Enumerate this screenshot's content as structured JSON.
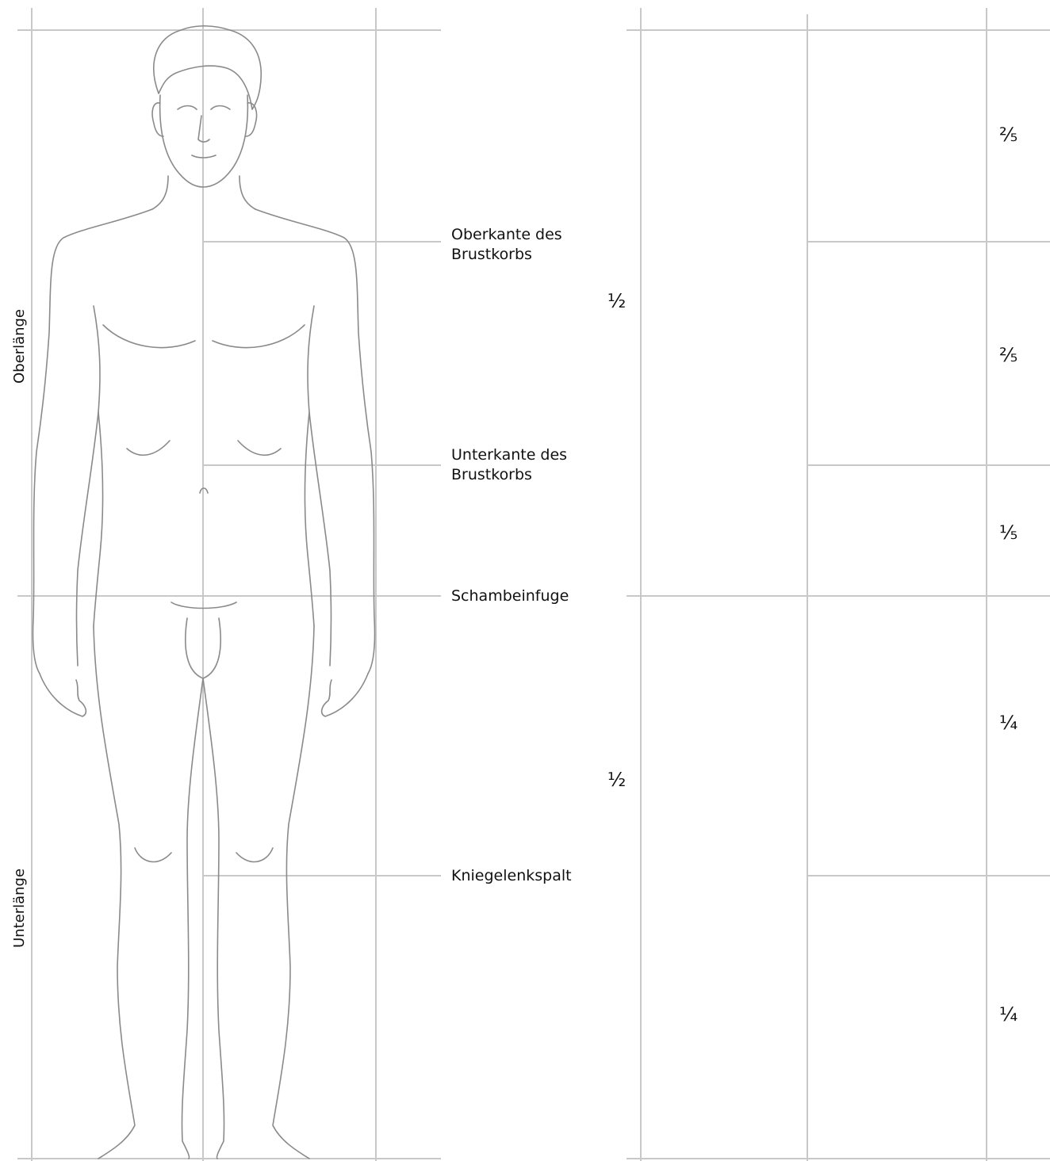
{
  "side_labels": {
    "upper": "Oberlänge",
    "lower": "Unterlänge"
  },
  "landmarks": {
    "chest_top": "Oberkante des\nBrustkorbs",
    "chest_bottom": "Unterkante des\nBrustkorbs",
    "pubic": "Schambeinfuge",
    "knee": "Kniegelenkspalt"
  },
  "halves": {
    "upper": "½",
    "lower": "½"
  },
  "fractions": {
    "head_to_chest": "⅖",
    "chest_section": "⅖",
    "abdomen_section": "⅕",
    "thigh_section": "¼",
    "shank_section": "¼"
  },
  "colors": {
    "guide_line": "#c8c8c8",
    "figure_line": "#8a8a8a",
    "text": "#111111"
  }
}
